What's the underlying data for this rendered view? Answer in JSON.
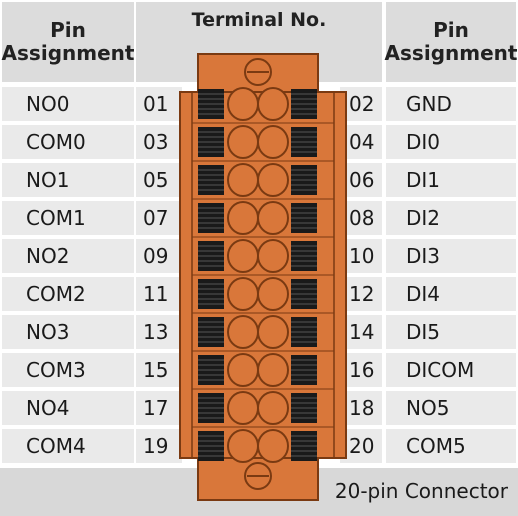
{
  "headers": {
    "left": [
      "Pin",
      "Assignment"
    ],
    "center": "Terminal No.",
    "right": [
      "Pin",
      "Assignment"
    ]
  },
  "rows": [
    {
      "left_assign": "NO0",
      "left_no": "01",
      "right_no": "02",
      "right_assign": "GND"
    },
    {
      "left_assign": "COM0",
      "left_no": "03",
      "right_no": "04",
      "right_assign": "DI0"
    },
    {
      "left_assign": "NO1",
      "left_no": "05",
      "right_no": "06",
      "right_assign": "DI1"
    },
    {
      "left_assign": "COM1",
      "left_no": "07",
      "right_no": "08",
      "right_assign": "DI2"
    },
    {
      "left_assign": "NO2",
      "left_no": "09",
      "right_no": "10",
      "right_assign": "DI3"
    },
    {
      "left_assign": "COM2",
      "left_no": "11",
      "right_no": "12",
      "right_assign": "DI4"
    },
    {
      "left_assign": "NO3",
      "left_no": "13",
      "right_no": "14",
      "right_assign": "DI5"
    },
    {
      "left_assign": "COM3",
      "left_no": "15",
      "right_no": "16",
      "right_assign": "DICOM"
    },
    {
      "left_assign": "NO4",
      "left_no": "17",
      "right_no": "18",
      "right_assign": "NO5"
    },
    {
      "left_assign": "COM4",
      "left_no": "19",
      "right_no": "20",
      "right_assign": "COM5"
    }
  ],
  "footer": "20-pin Connector",
  "colors": {
    "connector_body": "#d9773a",
    "connector_dark": "#7a3a12",
    "clip": "#1a1a1a",
    "cell_bg": "#eaeaea",
    "header_bg": "#dcdcdc"
  }
}
